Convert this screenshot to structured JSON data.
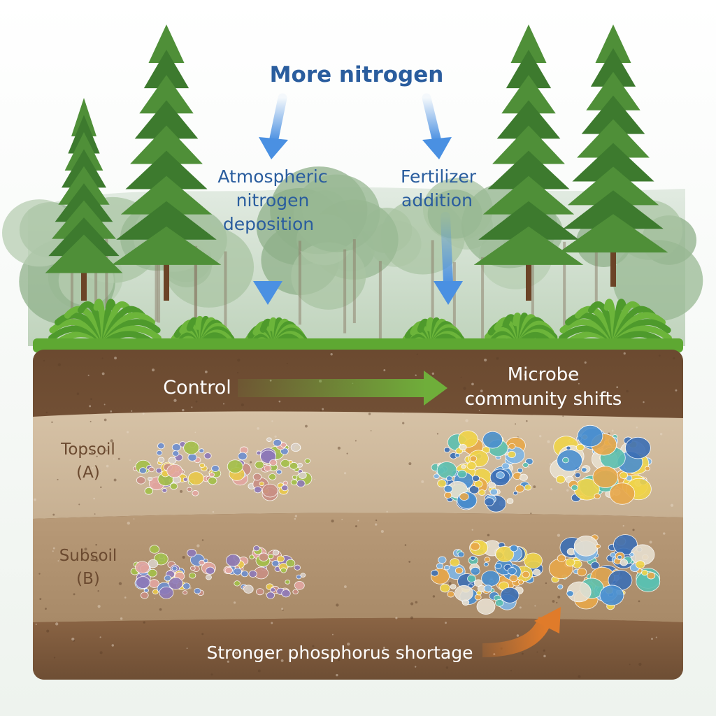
{
  "labels": {
    "title": "More nitrogen",
    "atmospheric_line1": "Atmospheric",
    "atmospheric_line2": "nitrogen",
    "atmospheric_line3": "deposition",
    "fertilizer_line1": "Fertilizer",
    "fertilizer_line2": "addition",
    "control": "Control",
    "shift_line1": "Microbe",
    "shift_line2": "community shifts",
    "topsoil_line1": "Topsoil",
    "topsoil_line2": "(A)",
    "subsoil_line1": "Subsoil",
    "subsoil_line2": "(B)",
    "phosphorus": "Stronger phosphorus shortage"
  },
  "colors": {
    "title_blue": "#2a5d9e",
    "nitrogen_arrow": "#4a90e2",
    "control_arrow": "#6fae3a",
    "phosphorus_arrow": "#e07b2a",
    "soil_dark": "#7a5538",
    "soil_light": "#cbb59a",
    "grass": "#5ea832"
  },
  "microbes": {
    "control_palette": [
      "#c98f84",
      "#e3a6a0",
      "#a4c04a",
      "#8e79b8",
      "#e9c84a",
      "#6e8fd0",
      "#d9d0c8"
    ],
    "shifted_palette": [
      "#4a8fd0",
      "#7fb6e6",
      "#f0d44a",
      "#e8e0d0",
      "#5cc0b0",
      "#e8a84a",
      "#3c6fb5"
    ]
  }
}
